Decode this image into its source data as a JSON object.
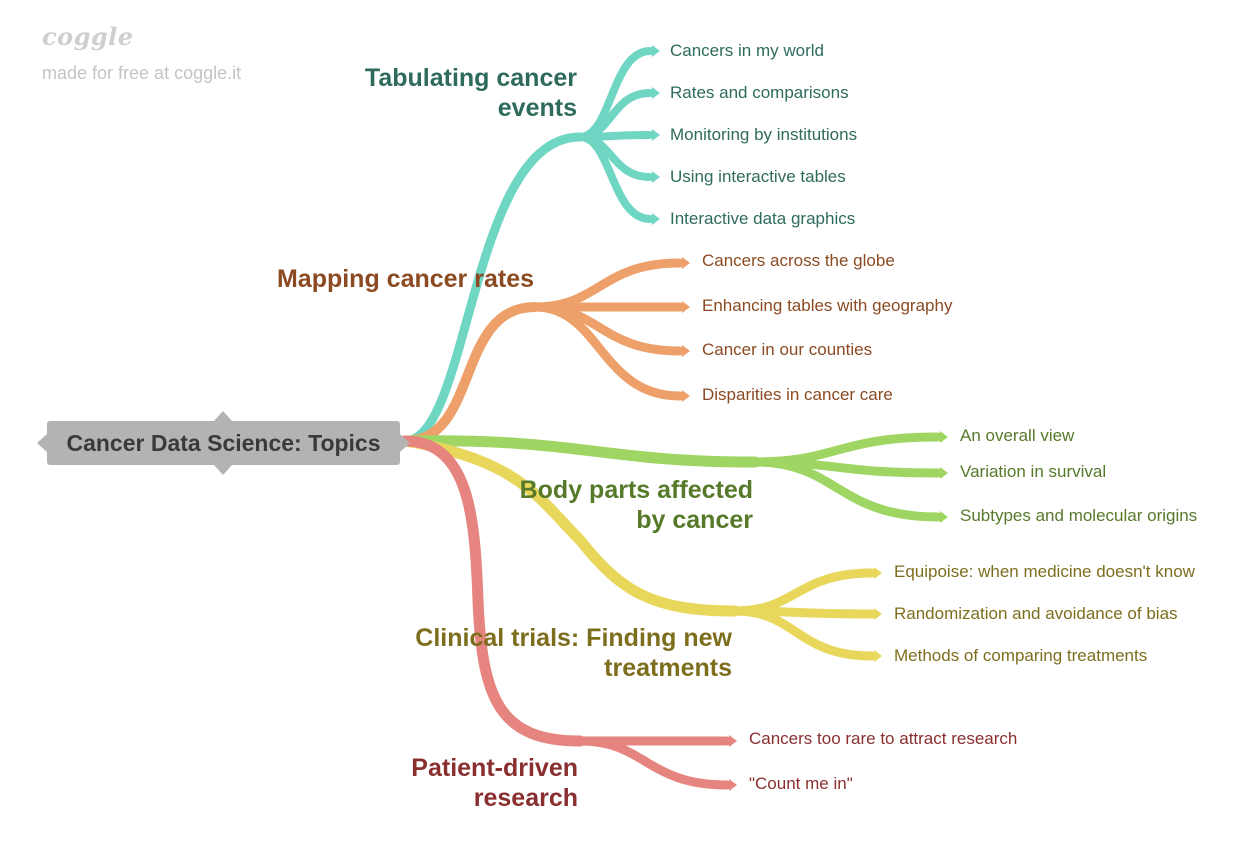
{
  "brand": {
    "logo": "coggle",
    "tagline": "made for free at coggle.it"
  },
  "root": {
    "label": "Cancer Data Science: Topics"
  },
  "colors": {
    "teal": "#6fd6c4",
    "orange": "#eea06a",
    "green": "#9fd562",
    "yellow": "#e8d75a",
    "red": "#e6857f",
    "root_box": "#b3b3b3"
  },
  "branches": [
    {
      "label_lines": [
        "Tabulating cancer",
        "events"
      ],
      "leaves": [
        "Cancers in my world",
        "Rates and comparisons",
        "Monitoring by institutions",
        "Using interactive tables",
        "Interactive data graphics"
      ]
    },
    {
      "label_lines": [
        "Mapping cancer rates"
      ],
      "leaves": [
        "Cancers across the globe",
        "Enhancing tables with geography",
        "Cancer in our counties",
        "Disparities in cancer care"
      ]
    },
    {
      "label_lines": [
        "Body parts affected",
        "by cancer"
      ],
      "leaves": [
        "An overall view",
        "Variation in survival",
        "Subtypes and molecular origins"
      ]
    },
    {
      "label_lines": [
        "Clinical trials: Finding new",
        "treatments"
      ],
      "leaves": [
        "Equipoise: when medicine doesn't know",
        "Randomization and avoidance of bias",
        "Methods of comparing treatments"
      ]
    },
    {
      "label_lines": [
        "Patient-driven",
        "research"
      ],
      "leaves": [
        "Cancers too rare to attract research",
        "\"Count me in\""
      ]
    }
  ]
}
